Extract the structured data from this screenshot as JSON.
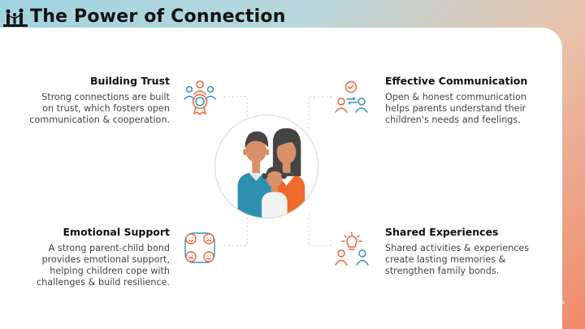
{
  "slide": {
    "title": "The Power of Connection"
  },
  "blocks": {
    "building_trust": {
      "heading": "Building Trust",
      "body": "Strong connections are built\non trust, which fosters open\ncommunication & cooperation.",
      "icon": "trust-people-icon"
    },
    "effective_communication": {
      "heading": "Effective Communication",
      "body": "Open & honest communication\nhelps parents understand their\nchildren's needs and feelings.",
      "icon": "communication-icon"
    },
    "emotional_support": {
      "heading": "Emotional Support",
      "body": "A strong parent-child bond\nprovides emotional support,\nhelping children cope with\nchallenges & build resilience.",
      "icon": "emotions-icon"
    },
    "shared_experiences": {
      "heading": "Shared Experiences",
      "body": "Shared activities & experiences\ncreate lasting memories &\nstrengthen family bonds.",
      "icon": "idea-people-icon"
    }
  },
  "colors": {
    "accent_orange": "#e8643a",
    "accent_blue": "#3a8fb5",
    "father_shirt": "#2f8fb0",
    "mother_shirt": "#f06a2c",
    "hair": "#444444",
    "skin": "#d9916a"
  }
}
